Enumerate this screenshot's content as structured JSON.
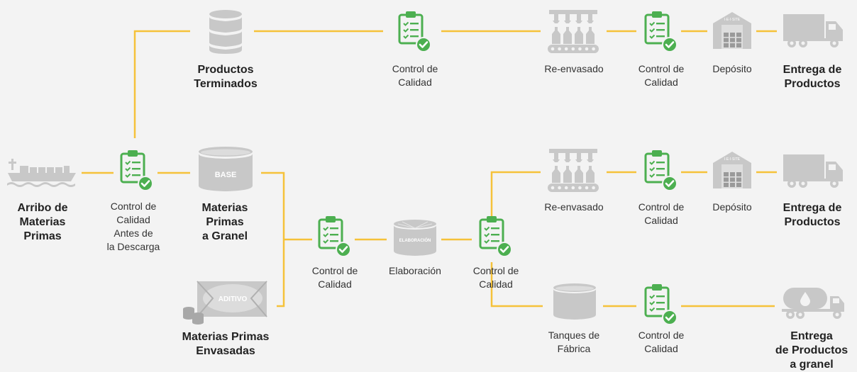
{
  "colors": {
    "line": "#f5c23a",
    "icon_gray": "#c8c8c8",
    "icon_dark_gray": "#9a9a9a",
    "check_green": "#4caf50",
    "text": "#333333"
  },
  "labels": {
    "productos_terminados": "Productos\nTerminados",
    "control_calidad": "Control de\nCalidad",
    "re_envasado": "Re-envasado",
    "deposito": "Depósito",
    "entrega_productos": "Entrega de\nProductos",
    "arribo": "Arribo de\nMaterias\nPrimas",
    "control_antes_descarga": "Control de\nCalidad\nAntes de\nla Descarga",
    "materias_granel": "Materias\nPrimas\na Granel",
    "materias_envasadas": "Materias Primas\nEnvasadas",
    "elaboracion": "Elaboración",
    "tanques": "Tanques de\nFábrica",
    "entrega_granel": "Entrega\nde Productos\na granel"
  },
  "icon_text": {
    "base_tank": "BASE",
    "elaboracion_tank": "ELABORACIÓN",
    "aditivo_tank": "ADITIVO",
    "warehouse_sign": "I·E·I·SITE"
  },
  "icons": [
    "ship-icon",
    "barrel-icon",
    "clipboard-check-icon",
    "bottling-machine-icon",
    "warehouse-icon",
    "truck-icon",
    "tank-icon",
    "iso-container-icon",
    "drums-icon",
    "tanker-truck-icon"
  ]
}
